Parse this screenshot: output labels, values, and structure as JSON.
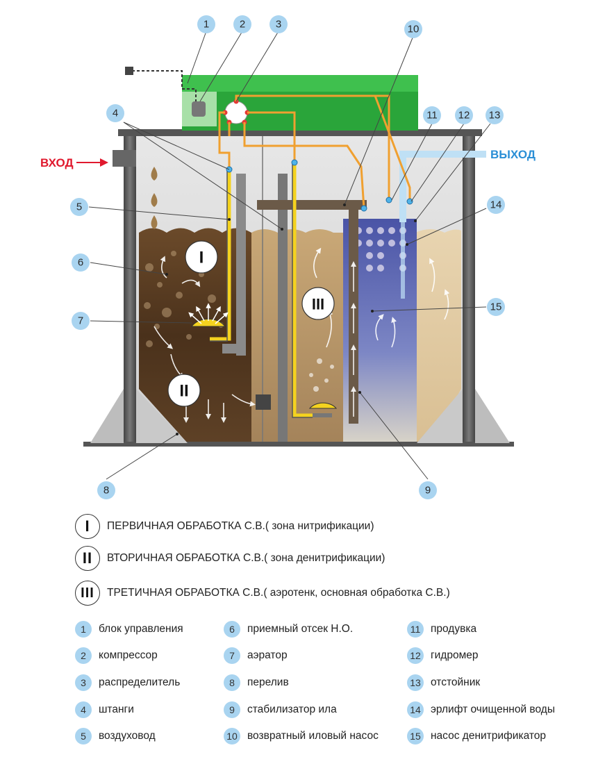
{
  "flow": {
    "inlet": "ВХОД",
    "outlet": "ВЫХОД"
  },
  "colors": {
    "inlet": "#e0192e",
    "outlet": "#2b8fd6",
    "marker": "#a9d4f0",
    "tank_gray": "#5a5a5a",
    "lid_green": "#2aa53a",
    "pipe_yellow": "#f4d21f",
    "pipe_orange": "#f0a030"
  },
  "zones": [
    "I",
    "II",
    "III"
  ],
  "callouts": [
    "1",
    "2",
    "3",
    "4",
    "5",
    "6",
    "7",
    "8",
    "9",
    "10",
    "11",
    "12",
    "13",
    "14",
    "15"
  ],
  "stages": [
    {
      "numeral": "I",
      "text": "ПЕРВИЧНАЯ ОБРАБОТКА С.В.( зона нитрификации)"
    },
    {
      "numeral": "II",
      "text": "ВТОРИЧНАЯ ОБРАБОТКА С.В.( зона денитрификации)"
    },
    {
      "numeral": "III",
      "text": "ТРЕТИЧНАЯ ОБРАБОТКА С.В.( аэротенк, основная обработка С.В.)"
    }
  ],
  "legend": [
    {
      "num": "1",
      "text": "блок управления"
    },
    {
      "num": "2",
      "text": "компрессор"
    },
    {
      "num": "3",
      "text": "распределитель"
    },
    {
      "num": "4",
      "text": "штанги"
    },
    {
      "num": "5",
      "text": "воздуховод"
    },
    {
      "num": "6",
      "text": "приемный отсек Н.О."
    },
    {
      "num": "7",
      "text": "аэратор"
    },
    {
      "num": "8",
      "text": "перелив"
    },
    {
      "num": "9",
      "text": "стабилизатор ила"
    },
    {
      "num": "10",
      "text": "возвратный иловый насос"
    },
    {
      "num": "11",
      "text": "продувка"
    },
    {
      "num": "12",
      "text": "гидромер"
    },
    {
      "num": "13",
      "text": "отстойник"
    },
    {
      "num": "14",
      "text": "эрлифт очищенной воды"
    },
    {
      "num": "15",
      "text": "насос денитрификатор"
    }
  ]
}
